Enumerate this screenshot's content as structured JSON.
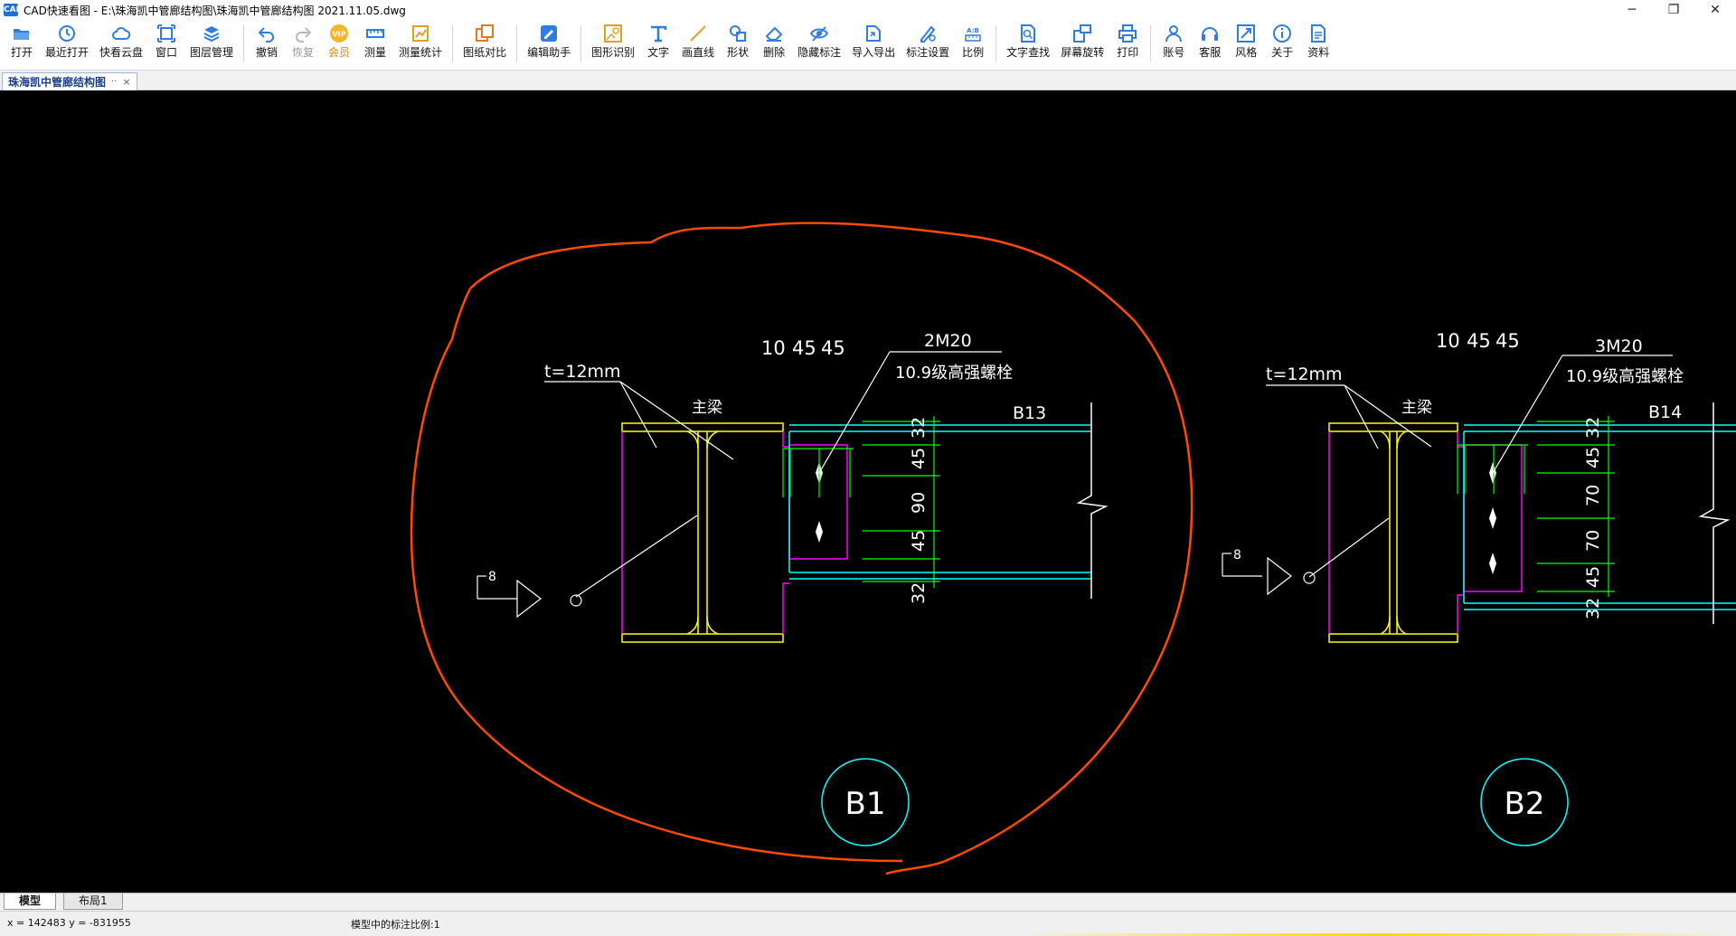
{
  "window": {
    "app_icon_text": "CAD",
    "title": "CAD快速看图 - E:\\珠海凯中管廊结构图\\珠海凯中管廊结构图 2021.11.05.dwg",
    "minimize": "─",
    "maximize": "❐",
    "close": "✕"
  },
  "toolbar": {
    "items": [
      {
        "label": "打开",
        "icon": "folder-open-icon"
      },
      {
        "label": "最近打开",
        "icon": "recent-icon"
      },
      {
        "label": "快看云盘",
        "icon": "cloud-icon"
      },
      {
        "label": "窗口",
        "icon": "window-icon"
      },
      {
        "label": "图层管理",
        "icon": "layers-icon"
      },
      {
        "label": "撤销",
        "icon": "undo-icon"
      },
      {
        "label": "恢复",
        "icon": "redo-icon"
      },
      {
        "label": "会员",
        "icon": "vip-icon",
        "badge": "VIP"
      },
      {
        "label": "测量",
        "icon": "measure-icon"
      },
      {
        "label": "测量统计",
        "icon": "measure-stats-icon"
      },
      {
        "label": "图纸对比",
        "icon": "compare-icon"
      },
      {
        "label": "编辑助手",
        "icon": "edit-assistant-icon"
      },
      {
        "label": "图形识别",
        "icon": "shape-recognize-icon"
      },
      {
        "label": "文字",
        "icon": "text-icon"
      },
      {
        "label": "画直线",
        "icon": "line-icon"
      },
      {
        "label": "形状",
        "icon": "shape-icon"
      },
      {
        "label": "删除",
        "icon": "eraser-icon"
      },
      {
        "label": "隐藏标注",
        "icon": "hide-annotation-icon"
      },
      {
        "label": "导入导出",
        "icon": "import-export-icon"
      },
      {
        "label": "标注设置",
        "icon": "annotation-settings-icon"
      },
      {
        "label": "比例",
        "icon": "scale-icon",
        "badge": "A:B"
      },
      {
        "label": "文字查找",
        "icon": "text-search-icon"
      },
      {
        "label": "屏幕旋转",
        "icon": "rotate-screen-icon"
      },
      {
        "label": "打印",
        "icon": "print-icon"
      },
      {
        "label": "账号",
        "icon": "account-icon"
      },
      {
        "label": "客服",
        "icon": "headset-icon"
      },
      {
        "label": "风格",
        "icon": "style-icon"
      },
      {
        "label": "关于",
        "icon": "info-icon"
      },
      {
        "label": "资料",
        "icon": "documents-icon"
      }
    ]
  },
  "doc_tab": {
    "label": "珠海凯中管廊结构图",
    "pin": "··",
    "close": "×"
  },
  "drawing": {
    "detail_b1": {
      "thickness_label": "t=12mm",
      "main_beam_label": "主梁",
      "bolt_spacing": [
        "10",
        "45",
        "45"
      ],
      "bolt_spec": "2M20",
      "bolt_grade": "10.9级高强螺栓",
      "beam_tag": "B13",
      "dims": [
        "32",
        "45",
        "90",
        "45",
        "32"
      ],
      "weld_size": "8",
      "callout": "B1"
    },
    "detail_b2": {
      "thickness_label": "t=12mm",
      "main_beam_label": "主梁",
      "bolt_spacing": [
        "10",
        "45",
        "45"
      ],
      "bolt_spec": "3M20",
      "bolt_grade": "10.9级高强螺栓",
      "beam_tag": "B14",
      "dims": [
        "32",
        "45",
        "70",
        "70",
        "45",
        "32"
      ],
      "weld_size": "8",
      "callout": "B2"
    },
    "colors": {
      "yellow": "#ffff00",
      "cyan": "#00ffff",
      "green": "#00ff00",
      "magenta": "#ff00ff",
      "white": "#ffffff",
      "markup_orange": "#ff4a00"
    }
  },
  "layout_tabs": {
    "model": "模型",
    "layout1": "布局1"
  },
  "status": {
    "coords": "x = 142483  y = -831955",
    "scale_text": "模型中的标注比例:1"
  }
}
